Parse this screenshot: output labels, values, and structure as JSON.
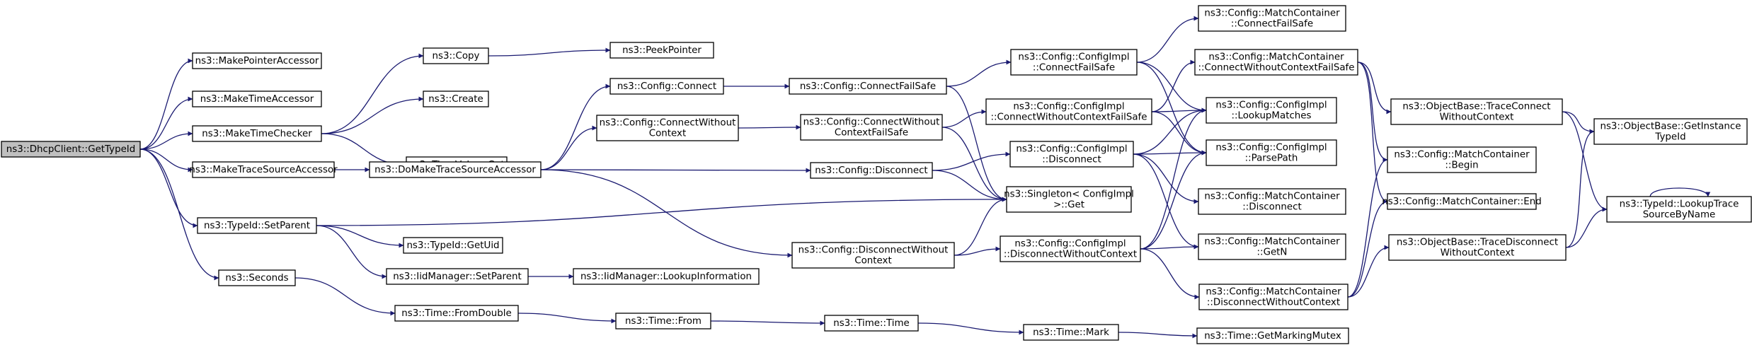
{
  "graph": {
    "style": {
      "edge_color": "#191970",
      "node_fill": "#ffffff",
      "root_fill": "#bfbfbf",
      "border_color": "#000000"
    },
    "nodes": {
      "root": {
        "lines": [
          "ns3::DhcpClient::GetTypeId"
        ],
        "root": true
      },
      "makePointerAccessor": {
        "lines": [
          "ns3::MakePointerAccessor"
        ]
      },
      "makeTimeAccessor": {
        "lines": [
          "ns3::MakeTimeAccessor"
        ]
      },
      "makeTimeChecker": {
        "lines": [
          "ns3::MakeTimeChecker"
        ]
      },
      "makeTraceSourceAccessor": {
        "lines": [
          "ns3::MakeTraceSourceAccessor"
        ]
      },
      "typeIdSetParent": {
        "lines": [
          "ns3::TypeId::SetParent"
        ]
      },
      "seconds": {
        "lines": [
          "ns3::Seconds"
        ]
      },
      "copy": {
        "lines": [
          "ns3::Copy"
        ]
      },
      "create": {
        "lines": [
          "ns3::Create"
        ]
      },
      "timeValueGet": {
        "lines": [
          "ns3::TimeValue::Get"
        ]
      },
      "doMakeTraceSourceAccessor": {
        "lines": [
          "ns3::DoMakeTraceSourceAccessor"
        ]
      },
      "typeIdGetUid": {
        "lines": [
          "ns3::TypeId::GetUid"
        ]
      },
      "iidManagerSetParent": {
        "lines": [
          "ns3::IidManager::SetParent"
        ]
      },
      "timeFromDouble": {
        "lines": [
          "ns3::Time::FromDouble"
        ]
      },
      "peekPointer": {
        "lines": [
          "ns3::PeekPointer"
        ]
      },
      "configConnect": {
        "lines": [
          "ns3::Config::Connect"
        ]
      },
      "configConnectWithoutContext": {
        "lines": [
          "ns3::Config::ConnectWithout",
          "Context"
        ]
      },
      "configDisconnectWithoutContext": {
        "lines": [
          "ns3::Config::DisconnectWithout",
          "Context"
        ]
      },
      "iidManagerLookupInformation": {
        "lines": [
          "ns3::IidManager::LookupInformation"
        ]
      },
      "timeFrom": {
        "lines": [
          "ns3::Time::From"
        ]
      },
      "configConnectFailSafe": {
        "lines": [
          "ns3::Config::ConnectFailSafe"
        ]
      },
      "configConnectWithoutContextFailSafe": {
        "lines": [
          "ns3::Config::ConnectWithout",
          "ContextFailSafe"
        ]
      },
      "configDisconnect": {
        "lines": [
          "ns3::Config::Disconnect"
        ]
      },
      "timeTime": {
        "lines": [
          "ns3::Time::Time"
        ]
      },
      "implConnectFailSafe": {
        "lines": [
          "ns3::Config::ConfigImpl",
          "::ConnectFailSafe"
        ]
      },
      "implConnectWithoutContextFailSafe": {
        "lines": [
          "ns3::Config::ConfigImpl",
          "::ConnectWithoutContextFailSafe"
        ]
      },
      "implDisconnect": {
        "lines": [
          "ns3::Config::ConfigImpl",
          "::Disconnect"
        ]
      },
      "singletonGet": {
        "lines": [
          "ns3::Singleton< ConfigImpl",
          " >::Get"
        ]
      },
      "implDisconnectWithoutContext": {
        "lines": [
          "ns3::Config::ConfigImpl",
          "::DisconnectWithoutContext"
        ]
      },
      "timeMark": {
        "lines": [
          "ns3::Time::Mark"
        ]
      },
      "mcConnectFailSafe": {
        "lines": [
          "ns3::Config::MatchContainer",
          "::ConnectFailSafe"
        ]
      },
      "mcConnectWithoutContextFailSafe": {
        "lines": [
          "ns3::Config::MatchContainer",
          "::ConnectWithoutContextFailSafe"
        ]
      },
      "implLookupMatches": {
        "lines": [
          "ns3::Config::ConfigImpl",
          "::LookupMatches"
        ]
      },
      "implParsePath": {
        "lines": [
          "ns3::Config::ConfigImpl",
          "::ParsePath"
        ]
      },
      "mcDisconnect": {
        "lines": [
          "ns3::Config::MatchContainer",
          "::Disconnect"
        ]
      },
      "mcGetN": {
        "lines": [
          "ns3::Config::MatchContainer",
          "::GetN"
        ]
      },
      "mcDisconnectWithoutContext": {
        "lines": [
          "ns3::Config::MatchContainer",
          "::DisconnectWithoutContext"
        ]
      },
      "timeGetMarkingMutex": {
        "lines": [
          "ns3::Time::GetMarkingMutex"
        ]
      },
      "obTraceConnectWithoutContext": {
        "lines": [
          "ns3::ObjectBase::TraceConnect",
          "WithoutContext"
        ]
      },
      "mcBegin": {
        "lines": [
          "ns3::Config::MatchContainer",
          "::Begin"
        ]
      },
      "mcEnd": {
        "lines": [
          "ns3::Config::MatchContainer::End"
        ]
      },
      "obTraceDisconnectWithoutContext": {
        "lines": [
          "ns3::ObjectBase::TraceDisconnect",
          "WithoutContext"
        ]
      },
      "obGetInstanceTypeId": {
        "lines": [
          "ns3::ObjectBase::GetInstance",
          "TypeId"
        ]
      },
      "typeIdLookupTraceSourceByName": {
        "lines": [
          "ns3::TypeId::LookupTrace",
          "SourceByName"
        ]
      }
    },
    "edges": [
      [
        "root",
        "makePointerAccessor"
      ],
      [
        "root",
        "makeTimeAccessor"
      ],
      [
        "root",
        "makeTimeChecker"
      ],
      [
        "root",
        "makeTraceSourceAccessor"
      ],
      [
        "root",
        "typeIdSetParent"
      ],
      [
        "root",
        "seconds"
      ],
      [
        "makeTimeChecker",
        "copy"
      ],
      [
        "makeTimeChecker",
        "create"
      ],
      [
        "makeTimeChecker",
        "timeValueGet"
      ],
      [
        "copy",
        "peekPointer"
      ],
      [
        "makeTraceSourceAccessor",
        "doMakeTraceSourceAccessor"
      ],
      [
        "doMakeTraceSourceAccessor",
        "configConnect"
      ],
      [
        "doMakeTraceSourceAccessor",
        "configConnectWithoutContext"
      ],
      [
        "doMakeTraceSourceAccessor",
        "configDisconnect"
      ],
      [
        "doMakeTraceSourceAccessor",
        "configDisconnectWithoutContext"
      ],
      [
        "typeIdSetParent",
        "singletonGet"
      ],
      [
        "typeIdSetParent",
        "typeIdGetUid"
      ],
      [
        "typeIdSetParent",
        "iidManagerSetParent"
      ],
      [
        "iidManagerSetParent",
        "iidManagerLookupInformation"
      ],
      [
        "seconds",
        "timeFromDouble"
      ],
      [
        "timeFromDouble",
        "timeFrom"
      ],
      [
        "timeFrom",
        "timeTime"
      ],
      [
        "timeTime",
        "timeMark"
      ],
      [
        "timeMark",
        "timeGetMarkingMutex"
      ],
      [
        "configConnect",
        "configConnectFailSafe"
      ],
      [
        "configConnectFailSafe",
        "implConnectFailSafe"
      ],
      [
        "configConnectFailSafe",
        "singletonGet"
      ],
      [
        "configConnectWithoutContext",
        "configConnectWithoutContextFailSafe"
      ],
      [
        "configConnectWithoutContextFailSafe",
        "implConnectWithoutContextFailSafe"
      ],
      [
        "configConnectWithoutContextFailSafe",
        "singletonGet"
      ],
      [
        "configDisconnect",
        "implDisconnect"
      ],
      [
        "configDisconnect",
        "singletonGet"
      ],
      [
        "configDisconnectWithoutContext",
        "implDisconnectWithoutContext"
      ],
      [
        "configDisconnectWithoutContext",
        "singletonGet"
      ],
      [
        "implConnectFailSafe",
        "mcConnectFailSafe"
      ],
      [
        "implConnectFailSafe",
        "implLookupMatches"
      ],
      [
        "implConnectFailSafe",
        "implParsePath"
      ],
      [
        "implConnectWithoutContextFailSafe",
        "mcConnectWithoutContextFailSafe"
      ],
      [
        "implConnectWithoutContextFailSafe",
        "implLookupMatches"
      ],
      [
        "implConnectWithoutContextFailSafe",
        "implParsePath"
      ],
      [
        "implDisconnect",
        "implLookupMatches"
      ],
      [
        "implDisconnect",
        "implParsePath"
      ],
      [
        "implDisconnect",
        "mcDisconnect"
      ],
      [
        "implDisconnect",
        "mcGetN"
      ],
      [
        "implDisconnectWithoutContext",
        "implLookupMatches"
      ],
      [
        "implDisconnectWithoutContext",
        "implParsePath"
      ],
      [
        "implDisconnectWithoutContext",
        "mcDisconnectWithoutContext"
      ],
      [
        "implDisconnectWithoutContext",
        "mcGetN"
      ],
      [
        "mcConnectWithoutContextFailSafe",
        "obTraceConnectWithoutContext"
      ],
      [
        "mcConnectWithoutContextFailSafe",
        "mcBegin"
      ],
      [
        "mcConnectWithoutContextFailSafe",
        "mcEnd"
      ],
      [
        "mcDisconnectWithoutContext",
        "obTraceDisconnectWithoutContext"
      ],
      [
        "mcDisconnectWithoutContext",
        "mcBegin"
      ],
      [
        "mcDisconnectWithoutContext",
        "mcEnd"
      ],
      [
        "obTraceConnectWithoutContext",
        "obGetInstanceTypeId"
      ],
      [
        "obTraceConnectWithoutContext",
        "typeIdLookupTraceSourceByName"
      ],
      [
        "obTraceDisconnectWithoutContext",
        "obGetInstanceTypeId"
      ],
      [
        "obTraceDisconnectWithoutContext",
        "typeIdLookupTraceSourceByName"
      ],
      [
        "typeIdLookupTraceSourceByName",
        "typeIdLookupTraceSourceByName"
      ]
    ]
  }
}
